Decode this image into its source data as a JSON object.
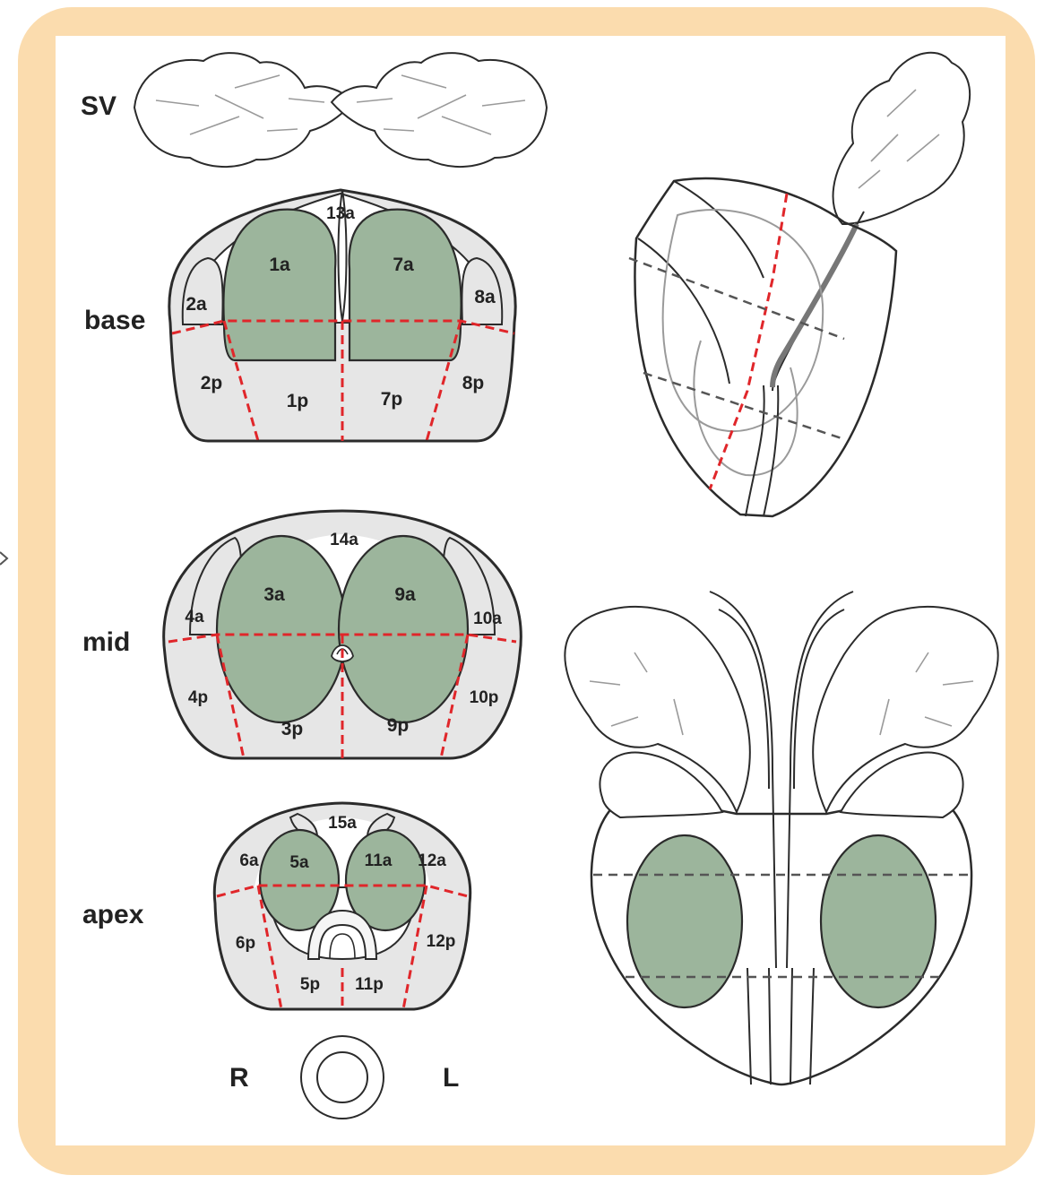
{
  "row_labels": {
    "sv": "SV",
    "base": "base",
    "mid": "mid",
    "apex": "apex"
  },
  "segments": {
    "base": [
      "1a",
      "7a",
      "13a",
      "2a",
      "8a",
      "1p",
      "7p",
      "2p",
      "8p"
    ],
    "mid": [
      "3a",
      "9a",
      "14a",
      "4a",
      "10a",
      "3p",
      "9p",
      "4p",
      "10p"
    ],
    "apex": [
      "5a",
      "11a",
      "15a",
      "6a",
      "12a",
      "5p",
      "11p",
      "6p",
      "12p"
    ]
  },
  "orientation": {
    "right": "R",
    "left": "L"
  },
  "colors": {
    "frame": "#fbdcae",
    "peripheral_zone": "#9cb59c",
    "gland_fill": "#e6e6e6",
    "division_red": "#e0262a",
    "division_grey": "#555555"
  }
}
